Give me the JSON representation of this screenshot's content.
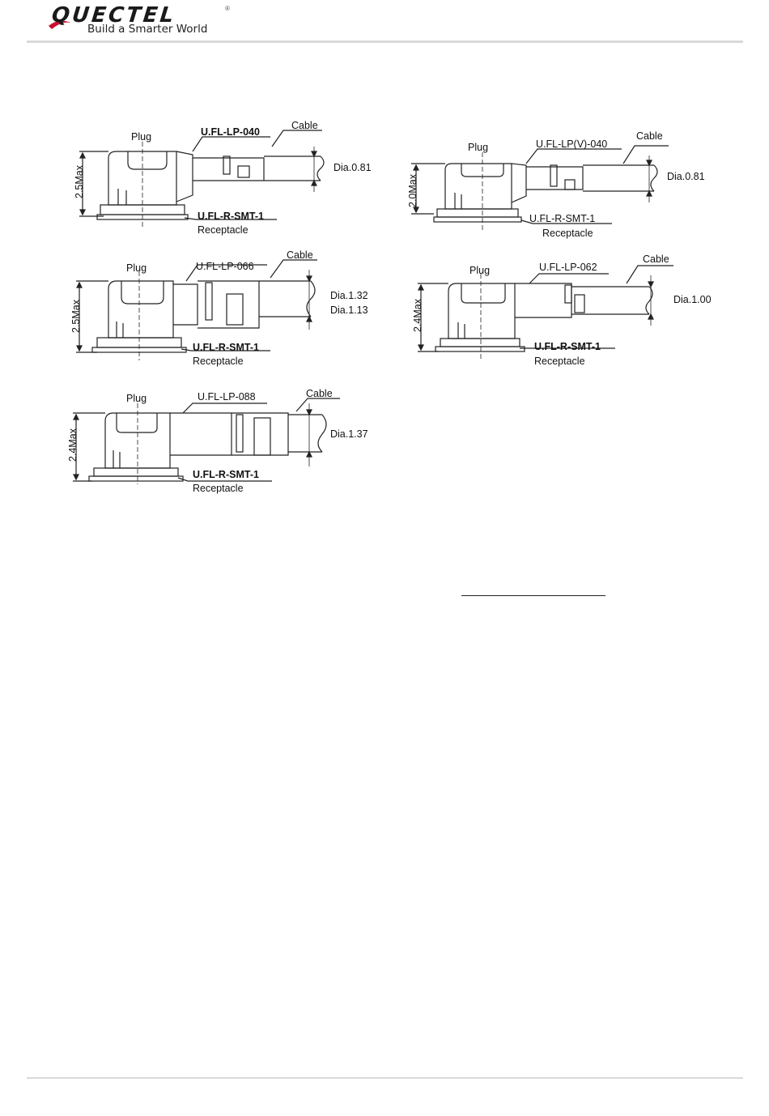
{
  "header": {
    "brand": "QUECTEL",
    "registered": "®",
    "tagline": "Build a Smarter World",
    "accent_color": "#c8102e"
  },
  "diagrams": [
    {
      "plug": "Plug",
      "plug_part": "U.FL-LP-040",
      "cable": "Cable",
      "height": "2.5Max",
      "dia": [
        "Dia.0.81"
      ],
      "receptacle_part": "U.FL-R-SMT-1",
      "receptacle": "Receptacle"
    },
    {
      "plug": "Plug",
      "plug_part": "U.FL-LP(V)-040",
      "cable": "Cable",
      "height": "2.0Max",
      "dia": [
        "Dia.0.81"
      ],
      "receptacle_part": "U.FL-R-SMT-1",
      "receptacle": "Receptacle"
    },
    {
      "plug": "Plug",
      "plug_part": "U.FL-LP-066",
      "cable": "Cable",
      "height": "2.5Max",
      "dia": [
        "Dia.1.32",
        "Dia.1.13"
      ],
      "receptacle_part": "U.FL-R-SMT-1",
      "receptacle": "Receptacle"
    },
    {
      "plug": "Plug",
      "plug_part": "U.FL-LP-062",
      "cable": "Cable",
      "height": "2.4Max",
      "dia": [
        "Dia.1.00"
      ],
      "receptacle_part": "U.FL-R-SMT-1",
      "receptacle": "Receptacle"
    },
    {
      "plug": "Plug",
      "plug_part": "U.FL-LP-088",
      "cable": "Cable",
      "height": "2.4Max",
      "dia": [
        "Dia.1.37"
      ],
      "receptacle_part": "U.FL-R-SMT-1",
      "receptacle": "Receptacle"
    }
  ]
}
